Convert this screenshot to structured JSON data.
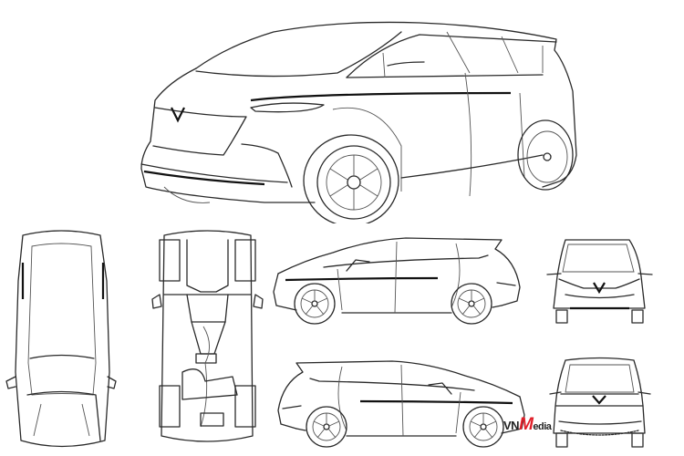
{
  "figure": {
    "subject": "minivan patent line drawings",
    "views": [
      {
        "id": "perspective",
        "label": "front three-quarter perspective view"
      },
      {
        "id": "top",
        "label": "top view"
      },
      {
        "id": "bottom",
        "label": "bottom / underbody view"
      },
      {
        "id": "side-left",
        "label": "left side view"
      },
      {
        "id": "side-right",
        "label": "right side view"
      },
      {
        "id": "front",
        "label": "front view"
      },
      {
        "id": "rear",
        "label": "rear view"
      }
    ],
    "logo_glyph": "V"
  },
  "watermark": {
    "prefix": "VN",
    "accent": "M",
    "suffix": "edia",
    "accent_color": "#e0202a"
  }
}
